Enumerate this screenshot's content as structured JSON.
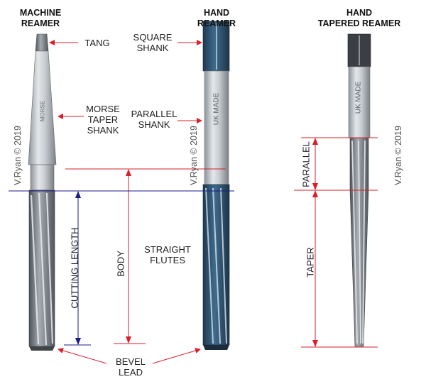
{
  "headings": {
    "machine_reamer": [
      "MACHINE",
      "REAMER"
    ],
    "hand_reamer": [
      "HAND",
      "REAMER"
    ],
    "hand_tapered_reamer": [
      "HAND",
      "TAPERED REAMER"
    ]
  },
  "labels": {
    "tang": "TANG",
    "square_shank": [
      "SQUARE",
      "SHANK"
    ],
    "morse_taper_shank": [
      "MORSE",
      "TAPER",
      "SHANK"
    ],
    "parallel_shank": [
      "PARALLEL",
      "SHANK"
    ],
    "straight_flutes": [
      "STRAIGHT",
      "FLUTES"
    ],
    "bevel_lead": [
      "BEVEL",
      "LEAD"
    ],
    "cutting_length": "CUTTING LENGTH",
    "body": "BODY",
    "parallel": "PARALLEL",
    "taper": "TAPER"
  },
  "engraving": {
    "machine": "MORSE",
    "hand": "UK MADE",
    "tapered": "UK MADE"
  },
  "watermark": "V.Ryan © 2019",
  "colors": {
    "pointer": "#d81f2a",
    "dimension_blue": "#1a1a8c",
    "steel_light": "#d9dcdf",
    "steel_dark": "#6f757c",
    "blue_coating": "#2e4f6b"
  }
}
